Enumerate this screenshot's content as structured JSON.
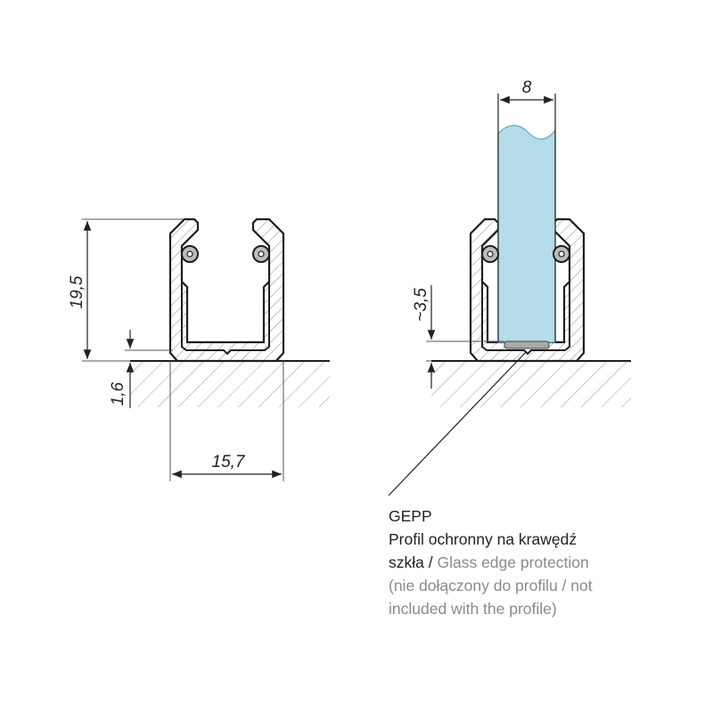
{
  "dimensions": {
    "height_total": "19,5",
    "base_thickness": "1,6",
    "width_total": "15,7",
    "glass_thickness": "8",
    "glass_edge_gap": "~3,5"
  },
  "legend": {
    "code": "GEPP",
    "line1": "Profil ochronny na krawędź",
    "line2_pl": "szkła /",
    "line2_en": "Glass edge protection",
    "line3": "(nie dołączony do profilu / not",
    "line4": "included with the profile)"
  },
  "colors": {
    "outline": "#1e1e1e",
    "profile_fill": "#ffffff",
    "hatch": "#8a8a8a",
    "glass_fill": "#b5dce9",
    "glass_edge": "#6aa8c0",
    "gasket": "#a9a9a9",
    "dim_line": "#555555"
  }
}
